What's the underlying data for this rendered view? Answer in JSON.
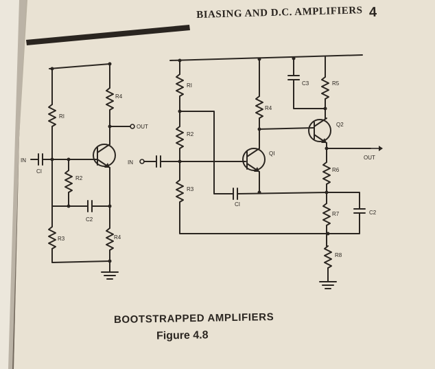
{
  "header": {
    "title": "BIASING AND D.C. AMPLIFIERS",
    "chapter": "4"
  },
  "caption": {
    "title": "BOOTSTRAPPED AMPLIFIERS",
    "figure": "Figure 4.8"
  },
  "left_circuit": {
    "labels": {
      "r1": "RI",
      "r2": "R2",
      "r3": "R3",
      "r4_top": "R4",
      "r4_bottom": "R4",
      "c1": "CI",
      "c2": "C2",
      "input": "IN",
      "output": "OUT"
    }
  },
  "right_circuit": {
    "labels": {
      "r1": "RI",
      "r2": "R2",
      "r3": "R3",
      "r4": "R4",
      "r5": "R5",
      "r6": "R6",
      "r7": "R7",
      "r8": "R8",
      "c1": "CI",
      "c2": "C2",
      "c3": "C3",
      "q1": "QI",
      "q2": "Q2",
      "input": "IN",
      "output": "OUT"
    }
  },
  "colors": {
    "paper": "#e9e2d3",
    "ink": "#2a2520",
    "shadow": "#5a5048"
  }
}
